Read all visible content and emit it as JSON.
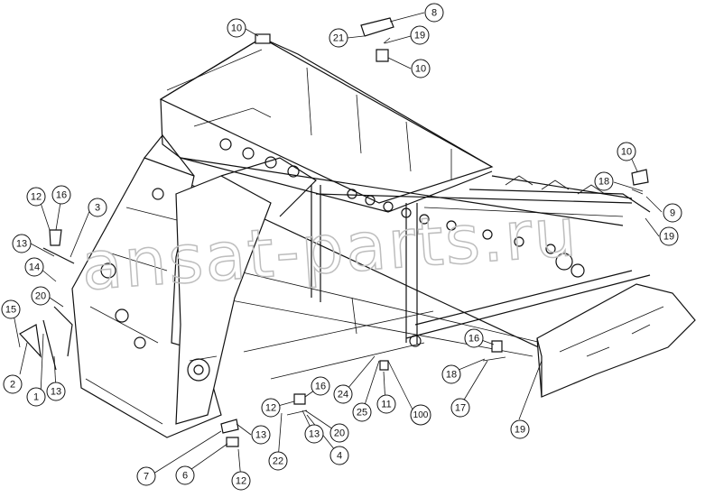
{
  "watermark": "ansat-parts.ru",
  "callouts": [
    {
      "id": "c-10-top",
      "label": "10"
    },
    {
      "id": "c-8",
      "label": "8"
    },
    {
      "id": "c-21",
      "label": "21"
    },
    {
      "id": "c-19-top",
      "label": "19"
    },
    {
      "id": "c-10-mid",
      "label": "10"
    },
    {
      "id": "c-10-right",
      "label": "10"
    },
    {
      "id": "c-18-right",
      "label": "18"
    },
    {
      "id": "c-9",
      "label": "9"
    },
    {
      "id": "c-19-right",
      "label": "19"
    },
    {
      "id": "c-12-left",
      "label": "12"
    },
    {
      "id": "c-16-left",
      "label": "16"
    },
    {
      "id": "c-3",
      "label": "3"
    },
    {
      "id": "c-13-left",
      "label": "13"
    },
    {
      "id": "c-14",
      "label": "14"
    },
    {
      "id": "c-20-left",
      "label": "20"
    },
    {
      "id": "c-15",
      "label": "15"
    },
    {
      "id": "c-2",
      "label": "2"
    },
    {
      "id": "c-1",
      "label": "1"
    },
    {
      "id": "c-13-bl",
      "label": "13"
    },
    {
      "id": "c-16-br",
      "label": "16"
    },
    {
      "id": "c-18-br",
      "label": "18"
    },
    {
      "id": "c-17",
      "label": "17"
    },
    {
      "id": "c-19-br",
      "label": "19"
    },
    {
      "id": "c-24",
      "label": "24"
    },
    {
      "id": "c-25",
      "label": "25"
    },
    {
      "id": "c-11",
      "label": "11"
    },
    {
      "id": "c-100",
      "label": "100"
    },
    {
      "id": "c-16-bc",
      "label": "16"
    },
    {
      "id": "c-12-bc",
      "label": "12"
    },
    {
      "id": "c-20-bc",
      "label": "20"
    },
    {
      "id": "c-13-bc",
      "label": "13"
    },
    {
      "id": "c-4",
      "label": "4"
    },
    {
      "id": "c-22",
      "label": "22"
    },
    {
      "id": "c-13-bottom",
      "label": "13"
    },
    {
      "id": "c-7",
      "label": "7"
    },
    {
      "id": "c-6",
      "label": "6"
    },
    {
      "id": "c-12-bottom",
      "label": "12"
    }
  ]
}
